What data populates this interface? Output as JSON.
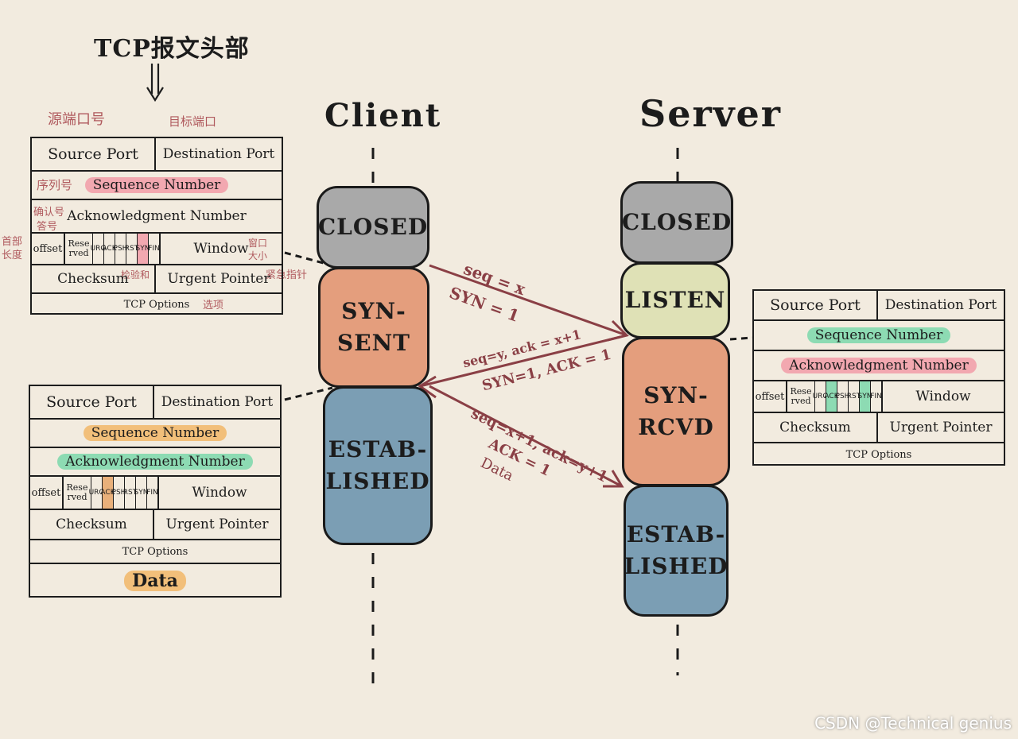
{
  "title": "TCP报文头部",
  "annotations": {
    "source_port_cn": "源端口号",
    "dest_port_cn": "目标端口",
    "seq_cn": "序列号",
    "ack_cn": "确认号",
    "ack_cn2": "答号",
    "header_len_cn": "首部长度",
    "window_cn": "窗口大小",
    "checksum_cn": "检验和",
    "urgent_cn": "紧急指针",
    "options_cn": "选项"
  },
  "header": {
    "source_port": "Source Port",
    "destination_port": "Destination Port",
    "sequence_number": "Sequence Number",
    "ack_number": "Acknowledgment Number",
    "offset": "offset",
    "reserved": "Rese rved",
    "flags": [
      "URG",
      "ACK",
      "PSH",
      "RST",
      "SYN",
      "FIN"
    ],
    "window": "Window",
    "checksum": "Checksum",
    "urgent_pointer": "Urgent Pointer",
    "options": "TCP Options",
    "data": "Data"
  },
  "client": {
    "title": "Client",
    "states": [
      "CLOSED",
      "SYN-SENT",
      "ESTAB-LISHED"
    ]
  },
  "server": {
    "title": "Server",
    "states": [
      "CLOSED",
      "LISTEN",
      "SYN-RCVD",
      "ESTAB-LISHED"
    ]
  },
  "messages": {
    "m1_line1": "seq = x",
    "m1_line2": "SYN = 1",
    "m2_line1": "seq=y, ack = x+1",
    "m2_line2": "SYN=1, ACK = 1",
    "m3_line1": "seq=x+1, ack=y+1",
    "m3_line2": "ACK = 1",
    "m3_line3": "Data"
  },
  "colors": {
    "background": "#f2ebdf",
    "closed": "#a9a9a9",
    "syn": "#e49e7d",
    "established": "#7b9eb4",
    "listen": "#dfe1b6",
    "arrow": "#8a3f45",
    "pink_highlight": "#f2a8b0",
    "green_highlight": "#8ddbb3",
    "orange_highlight": "#f2bf7a",
    "flag_highlight": "#e9b07a"
  },
  "watermark": "CSDN @Technical genius"
}
